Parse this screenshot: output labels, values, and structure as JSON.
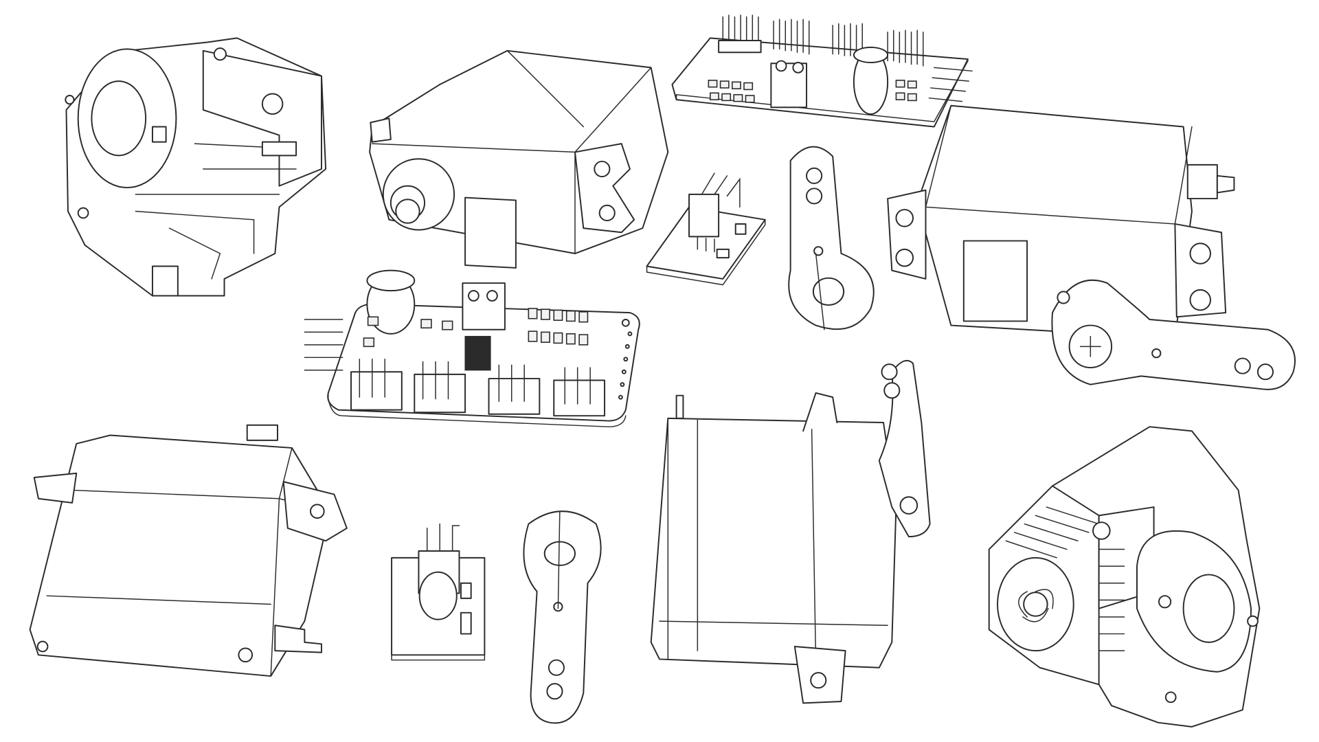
{
  "illustration": {
    "kind": "servo and controller components line art",
    "components": [
      "extruder-assembly-cutaway",
      "standard-servo-top",
      "servo-driver-board-top",
      "sensor-module-top",
      "servo-horn-top",
      "servo-with-horn-right",
      "pwm-driver-board-middle",
      "standard-servo-bottom-left",
      "sensor-module-bottom",
      "servo-horn-bottom",
      "large-servo-bottom",
      "extruder-with-fan"
    ]
  },
  "colors": {
    "line": "#2b2b2b",
    "background": "#ffffff",
    "fill": "#ffffff"
  }
}
